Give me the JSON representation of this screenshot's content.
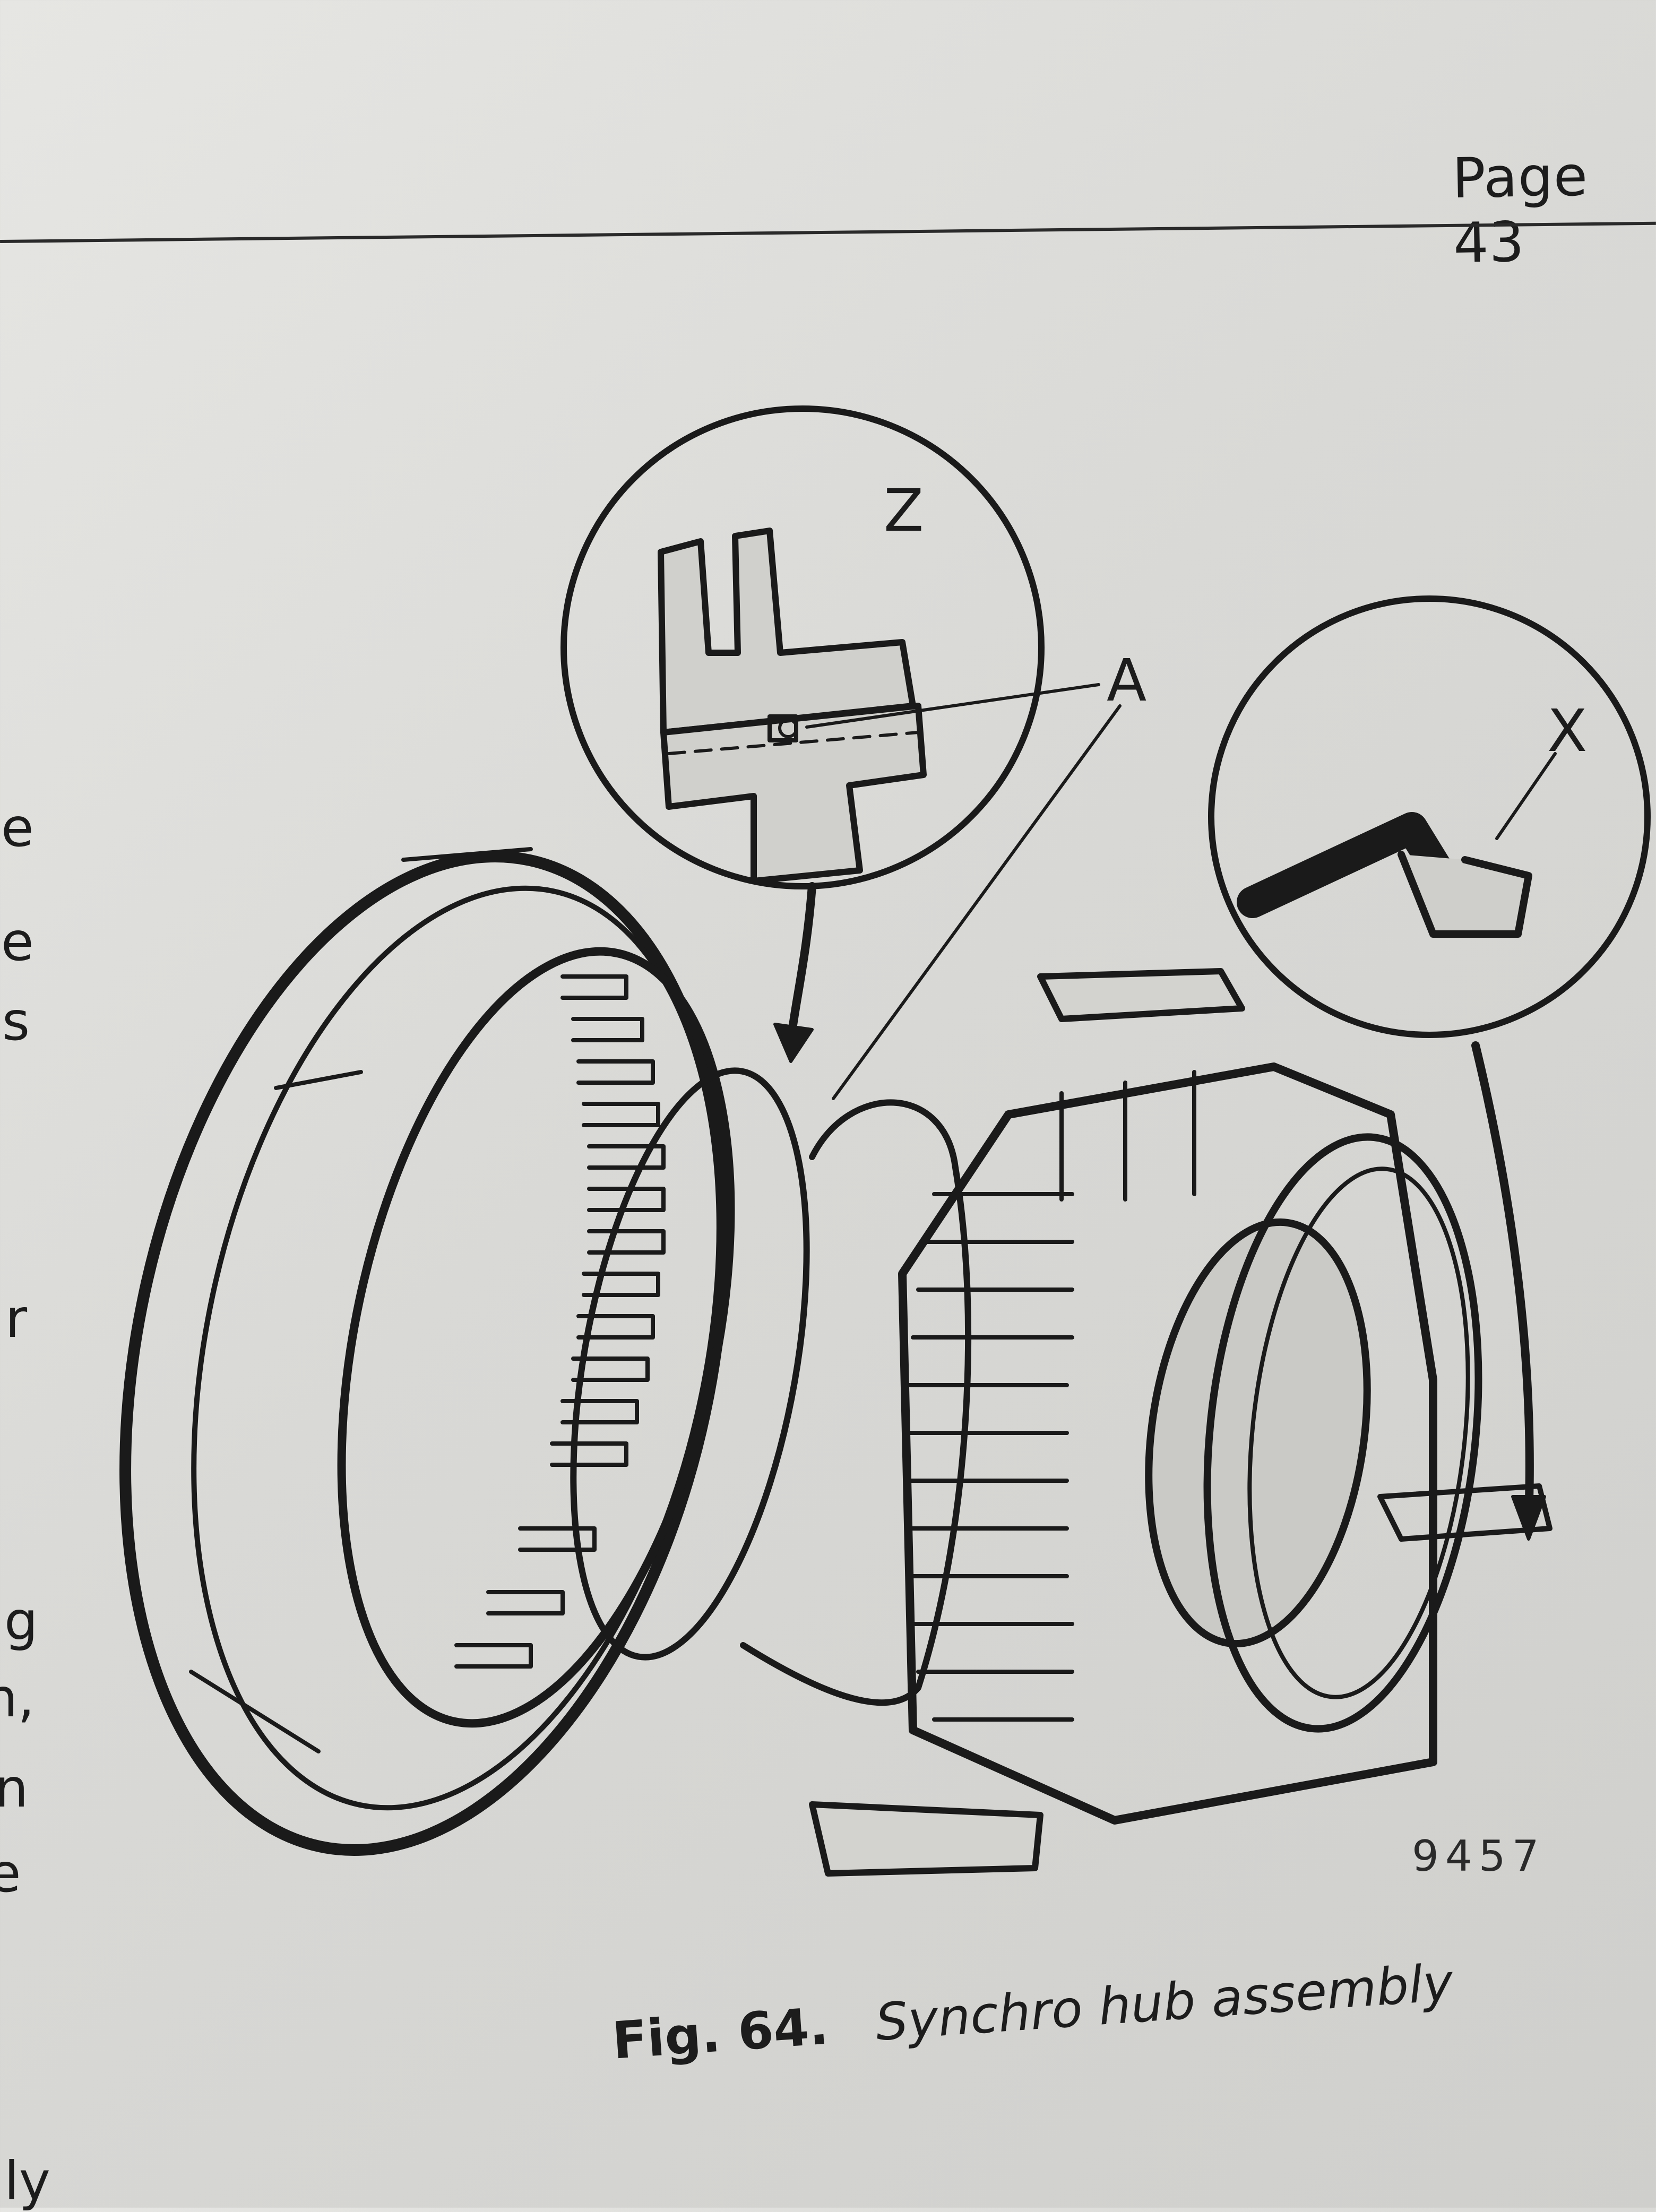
{
  "header": {
    "page_number": "Page 43"
  },
  "margin_fragments": [
    "e",
    "e",
    "s",
    "r",
    "g",
    "n,",
    "n",
    "e",
    "ly"
  ],
  "figure": {
    "callouts": {
      "z": "Z",
      "a": "A",
      "x": "X"
    },
    "plate_number": "9457",
    "caption": {
      "number": "Fig. 64.",
      "title": "Synchro hub assembly"
    }
  }
}
